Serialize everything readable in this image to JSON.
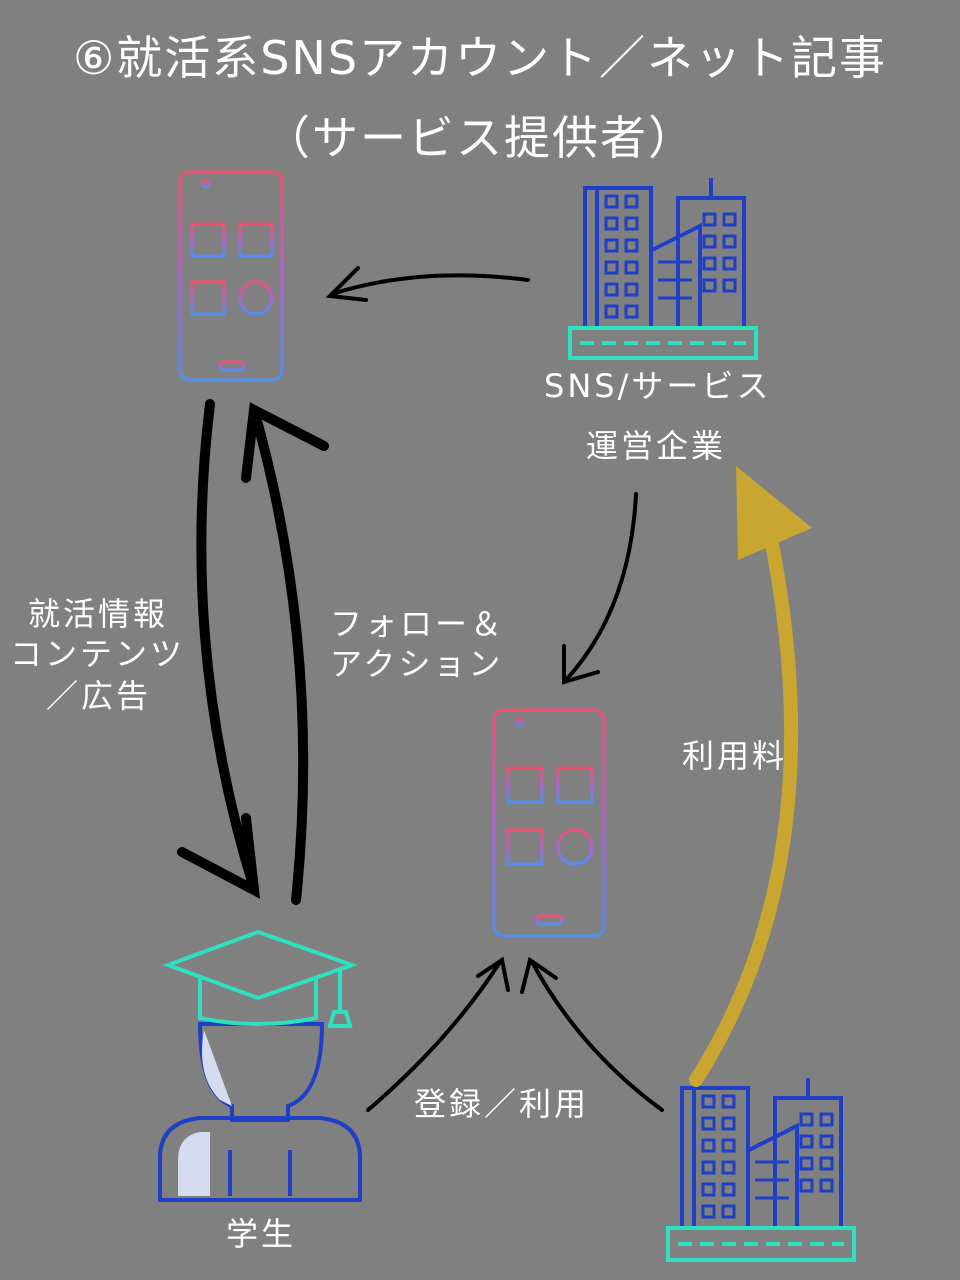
{
  "title": {
    "line1": "⑥就活系SNSアカウント／ネット記事",
    "line2": "（サービス提供者）"
  },
  "labels": {
    "company_line1": "SNS/サービス",
    "company_line2": "運営企業",
    "content_line1": "就活情報",
    "content_line2": "コンテンツ",
    "content_line3": "／広告",
    "follow_line1": "フォロー＆",
    "follow_line2": "アクション",
    "fee": "利用料",
    "register": "登録／利用",
    "student": "学生"
  },
  "colors": {
    "background": "#808080",
    "phone_gradient_top": "#f0506e",
    "phone_gradient_mid": "#b45fd6",
    "phone_gradient_bottom": "#4f8ff0",
    "building_blue": "#1f3fc8",
    "teal": "#2fe0bf",
    "gold_arrow": "#c9a632",
    "black_arrow": "#000000"
  }
}
